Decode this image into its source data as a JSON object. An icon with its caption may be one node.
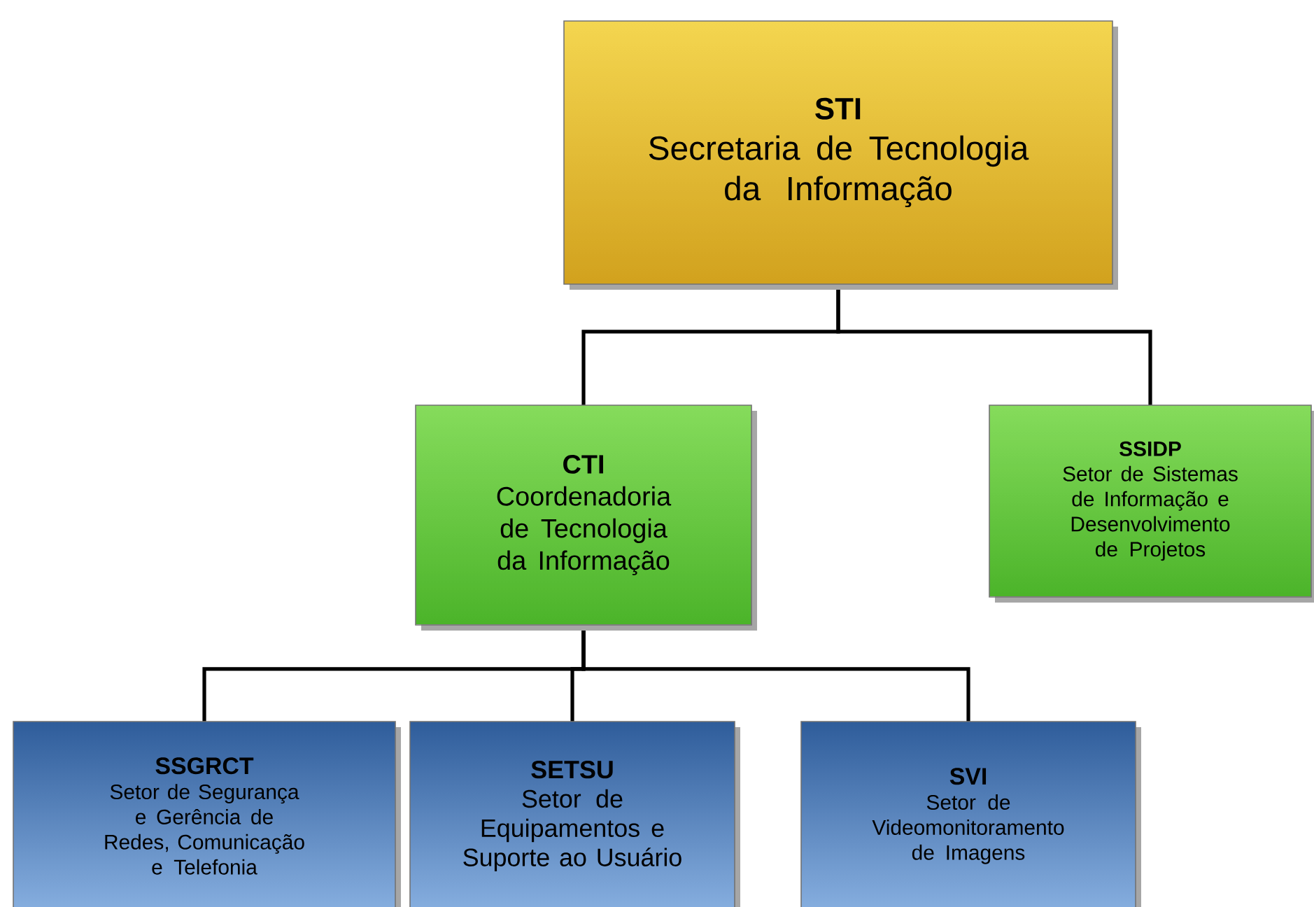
{
  "diagram": {
    "nodes": [
      {
        "text": [
          "STI",
          "Secretaria de Tecnologia da Informação"
        ]
      },
      {
        "text": [
          "CTI",
          "Coordenadoria de Tecnologia da Informação"
        ]
      },
      {
        "text": [
          "SSIDP",
          "Setor de Sistemas de Informação e Desenvolvimento de Projetos"
        ]
      },
      {
        "text": [
          "SSGRCT",
          "Setor de Segurança e Gerência de Redes, Comunicação e Telefonia"
        ]
      },
      {
        "text": [
          "SETSU",
          "Setor de Equipamentos e Suporte ao Usuário"
        ]
      },
      {
        "text": [
          "SVI",
          "Setor de Videomonitoramento de Imagens"
        ]
      }
    ],
    "edges": [
      {
        "from": 0,
        "to": 1,
        "arrow": "none"
      },
      {
        "from": 0,
        "to": 2,
        "arrow": "none"
      },
      {
        "from": 1,
        "to": 3,
        "arrow": "none"
      },
      {
        "from": 1,
        "to": 4,
        "arrow": "none"
      },
      {
        "from": 1,
        "to": 5,
        "arrow": "none"
      }
    ]
  }
}
